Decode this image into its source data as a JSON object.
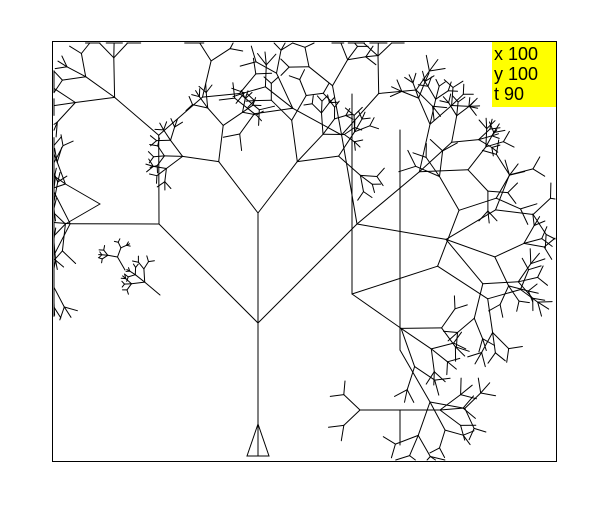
{
  "status": {
    "x_label": "x",
    "x_value": "100",
    "y_label": "y",
    "y_value": "100",
    "heading_label": "t",
    "heading_value": "90"
  },
  "colors": {
    "status_background": "#ffff00",
    "line_color": "#000000",
    "canvas_background": "#ffffff"
  },
  "turtle": {
    "shape": "triangle-turtle-icon"
  }
}
